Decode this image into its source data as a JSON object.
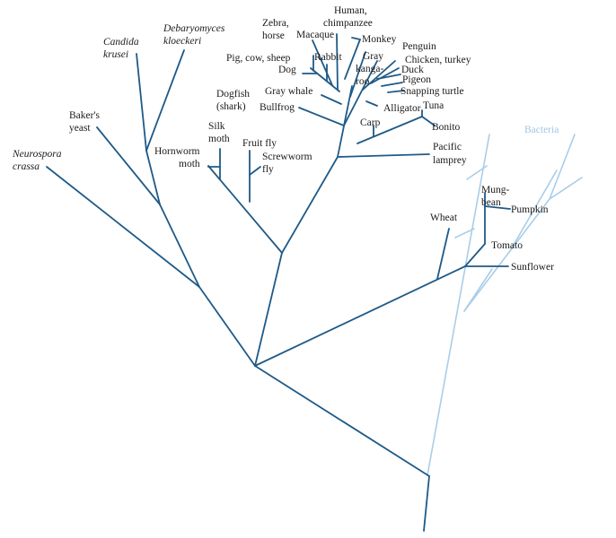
{
  "diagram": {
    "colors": {
      "main_branch": "#1f5a87",
      "bacteria_branch": "#a9cde8",
      "bacteria_label": "#9fc7e3",
      "text": "#1a1a1a"
    },
    "labels": {
      "bacteria": "Bacteria",
      "neurospora_1": "Neurospora",
      "neurospora_2": "crassa",
      "candida_1": "Candida",
      "candida_2": "krusei",
      "debaryomyces_1": "Debaryomyces",
      "debaryomyces_2": "kloeckeri",
      "bakers_1": "Baker's",
      "bakers_2": "yeast",
      "hornworm_1": "Hornworm",
      "hornworm_2": "moth",
      "silk_1": "Silk",
      "silk_2": "moth",
      "fruitfly": "Fruit fly",
      "screwworm_1": "Screwworm",
      "screwworm_2": "fly",
      "dogfish_1": "Dogfish",
      "dogfish_2": "(shark)",
      "bullfrog": "Bullfrog",
      "graywhale": "Gray whale",
      "dog": "Dog",
      "pig": "Pig, cow, sheep",
      "rabbit": "Rabbit",
      "zebra_1": "Zebra,",
      "zebra_2": "horse",
      "macaque": "Macaque",
      "human_1": "Human,",
      "human_2": "chimpanzee",
      "monkey": "Monkey",
      "kangaroo_1": "Gray",
      "kangaroo_2": "kanga-",
      "kangaroo_3": "roo",
      "penguin": "Penguin",
      "chicken": "Chicken, turkey",
      "duck": "Duck",
      "pigeon": "Pigeon",
      "snapping": "Snapping turtle",
      "alligator": "Alligator",
      "tuna": "Tuna",
      "bonito": "Bonito",
      "carp": "Carp",
      "lamprey_1": "Pacific",
      "lamprey_2": "lamprey",
      "wheat": "Wheat",
      "mungbean_1": "Mung-",
      "mungbean_2": "bean",
      "pumpkin": "Pumpkin",
      "tomato": "Tomato",
      "sunflower": "Sunflower"
    }
  }
}
